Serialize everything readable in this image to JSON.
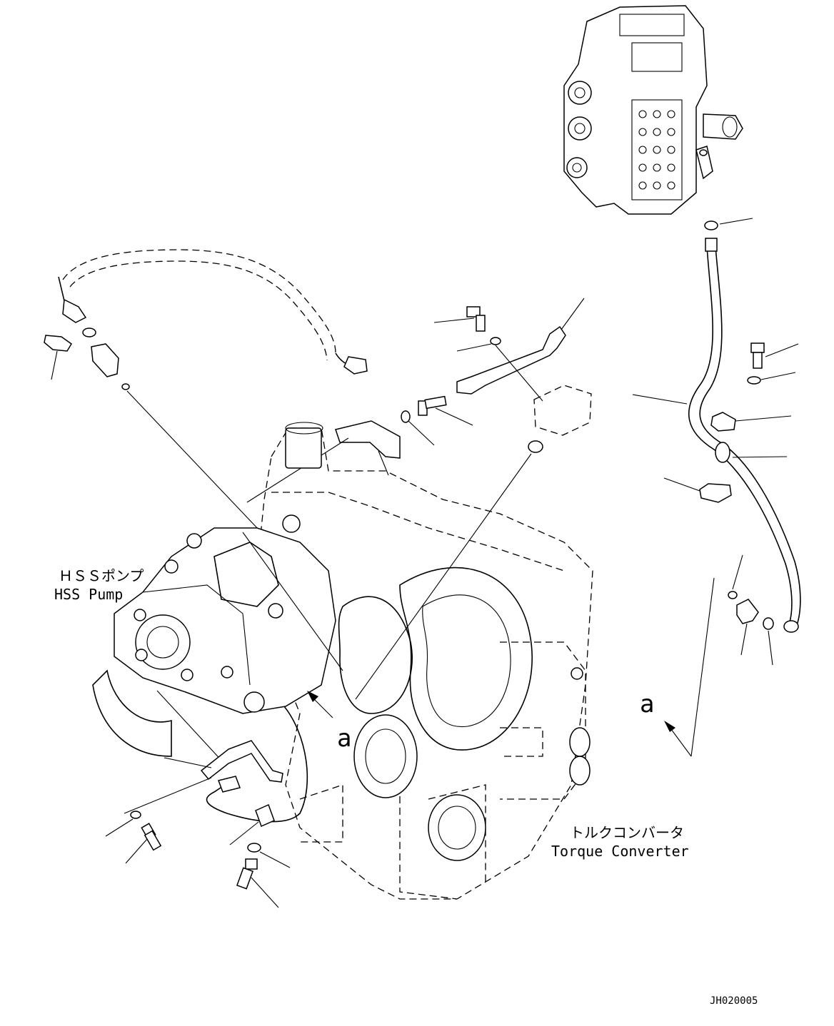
{
  "labels": {
    "hss_pump_jp": "ＨＳＳポンプ",
    "hss_pump_en": "HSS Pump",
    "torque_converter_jp": "トルクコンバータ",
    "torque_converter_en": "Torque Converter",
    "view_a_center": "a",
    "view_a_right": "a",
    "drawing_id": "JH020005"
  }
}
